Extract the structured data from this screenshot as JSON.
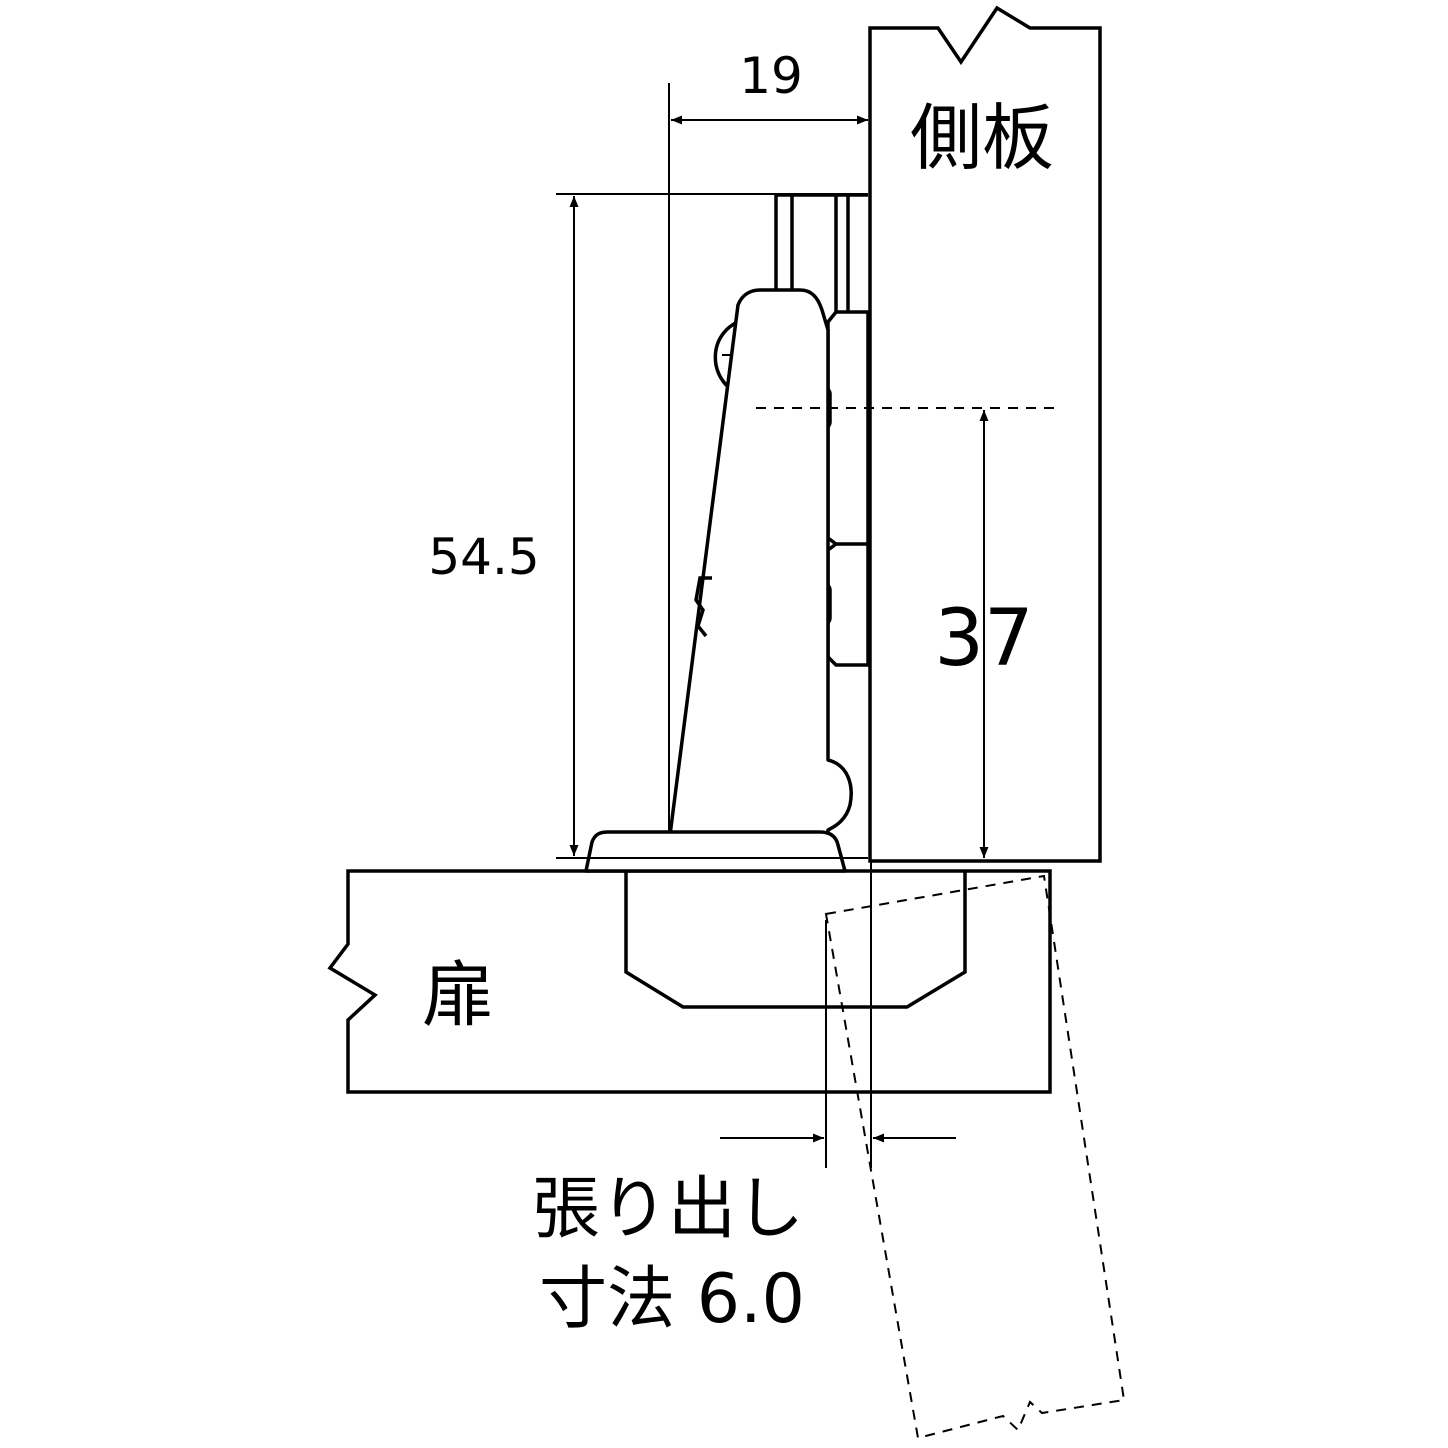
{
  "labels": {
    "side_panel": "側板",
    "door": "扉",
    "overlay_line1": "張り出し",
    "overlay_line2": "寸法 6.0"
  },
  "dimensions": {
    "width": "19",
    "height_total": "54.5",
    "height_hole": "37"
  },
  "colors": {
    "line": "#000000",
    "background": "#ffffff"
  }
}
